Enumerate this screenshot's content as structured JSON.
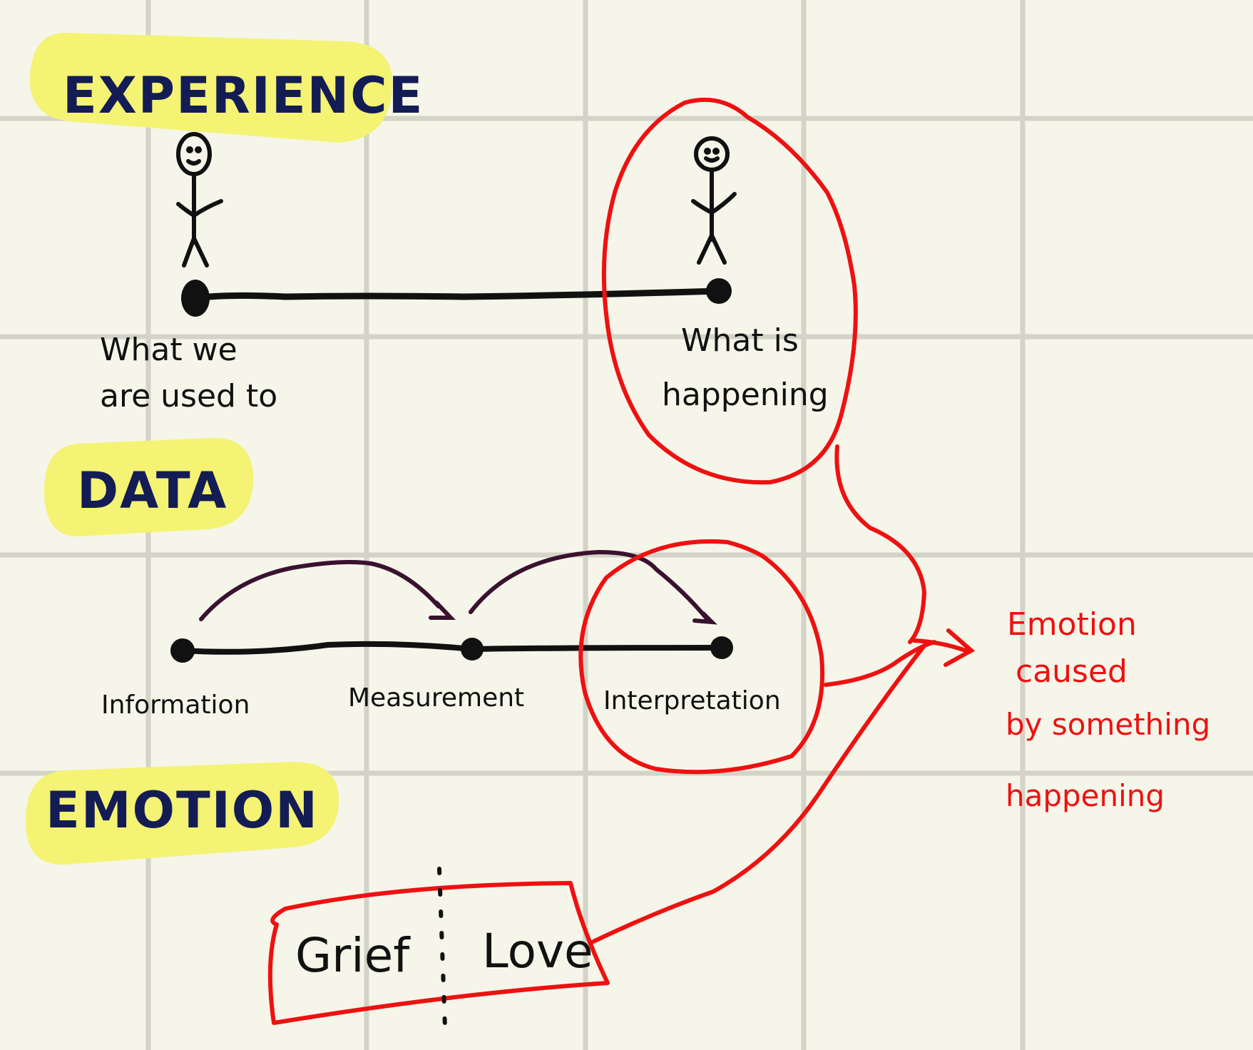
{
  "colors": {
    "paper": "#f6f5e9",
    "grid": "#d4d3c8",
    "highlight": "#f4f373",
    "heading_ink": "#141c55",
    "ink": "#111111",
    "accent_red": "#ee1111",
    "arrow_ink": "#3a1230"
  },
  "sections": {
    "experience": {
      "heading": "EXPERIENCE",
      "left_label_line1": "What we",
      "left_label_line2": "are used to",
      "right_label_line1": "What is",
      "right_label_line2": "happening"
    },
    "data": {
      "heading": "DATA",
      "nodes": [
        "Information",
        "Measurement",
        "Interpretation"
      ]
    },
    "emotion": {
      "heading": "EMOTION",
      "box_left": "Grief",
      "box_right": "Love"
    }
  },
  "annotation": {
    "line1": "Emotion",
    "line2": "caused",
    "line3": "by something",
    "line4": "happening"
  },
  "icons": [
    "stick-figure-icon",
    "stick-figure-icon",
    "arrow-icon"
  ]
}
